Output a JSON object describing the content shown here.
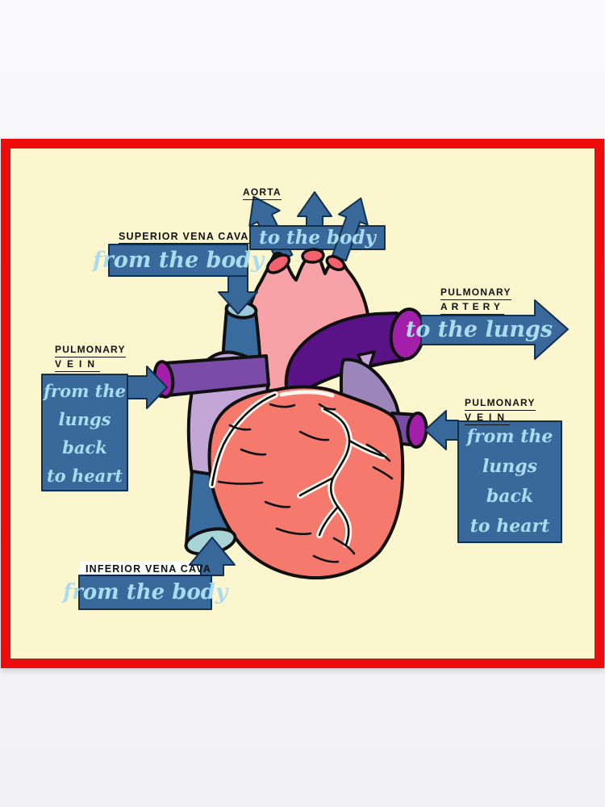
{
  "labels": {
    "aorta": {
      "name": "AORTA",
      "flow": "to the body"
    },
    "superior_vena_cava": {
      "name": "SUPERIOR VENA CAVA",
      "flow": "from the body"
    },
    "pulmonary_artery": {
      "name_line1": "PULMONARY",
      "name_line2": "ARTERY",
      "flow": "to the lungs"
    },
    "pulmonary_vein_left": {
      "name_line1": "PULMONARY",
      "name_line2": "VEIN",
      "flow_lines": [
        "from the",
        "lungs",
        "back",
        "to heart"
      ]
    },
    "pulmonary_vein_right": {
      "name_line1": "PULMONARY",
      "name_line2": "VEIN",
      "flow_lines": [
        "from the",
        "lungs",
        "back",
        "to heart"
      ]
    },
    "inferior_vena_cava": {
      "name": "INFERIOR VENA CAVA",
      "flow": "from the body"
    }
  },
  "palette": {
    "page_background": "#F6F6F8",
    "poster_background": "#FBF6CD",
    "frame_red": "#EE0B0B",
    "banner_blue": "#39689B",
    "banner_outline": "#12314F",
    "script_text_blue": "#A9DCEF",
    "label_text_black": "#111111",
    "heart": {
      "aorta_pink": "#F7A2A6",
      "aorta_opening_red": "#F4616E",
      "vena_cava_blue": "#3A6B9E",
      "svc_opening_blue": "#9FC8DB",
      "ivc_opening_teal": "#A9D4D6",
      "pulmonary_artery_purple": "#5A1287",
      "vessel_cap_magenta": "#A41FA9",
      "pulmonary_vein_purple": "#7B4BA8",
      "right_atrium_lavender": "#C3A6D8",
      "left_atrium_mauve": "#9C85BB",
      "atrium_highlight": "#C9A6DD",
      "ventricle_coral": "#F5796D",
      "outline_black": "#101010",
      "vessel_casing_white": "#FDF8EF"
    }
  }
}
